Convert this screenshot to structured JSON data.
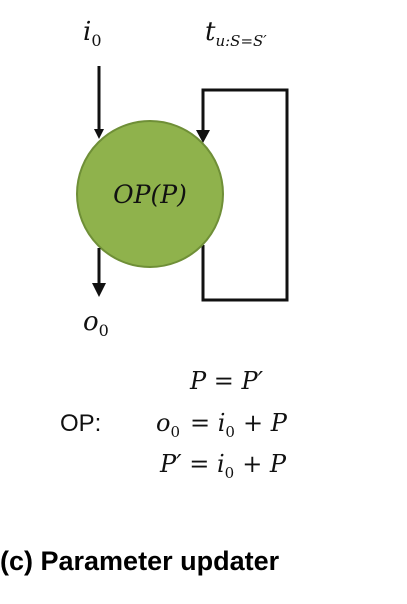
{
  "diagram": {
    "input_label": "i",
    "input_sub": "0",
    "feedback_label": "t",
    "feedback_sub": "u:S=S′",
    "output_label": "o",
    "output_sub": "0",
    "node_label": "OP(P)",
    "node_color": "#8fb24c",
    "node_stroke": "#6f8f37"
  },
  "equations": {
    "prefix": "OP:",
    "line1": "P = P′",
    "line2_lhs": "o",
    "line2_lhs_sub": "0",
    "line2_mid": "= i",
    "line2_mid_sub": "0",
    "line2_rhs": "+ P",
    "line3_lhs": "P′ = i",
    "line3_lhs_sub": "0",
    "line3_rhs": "+ P"
  },
  "caption": "(c) Parameter updater"
}
